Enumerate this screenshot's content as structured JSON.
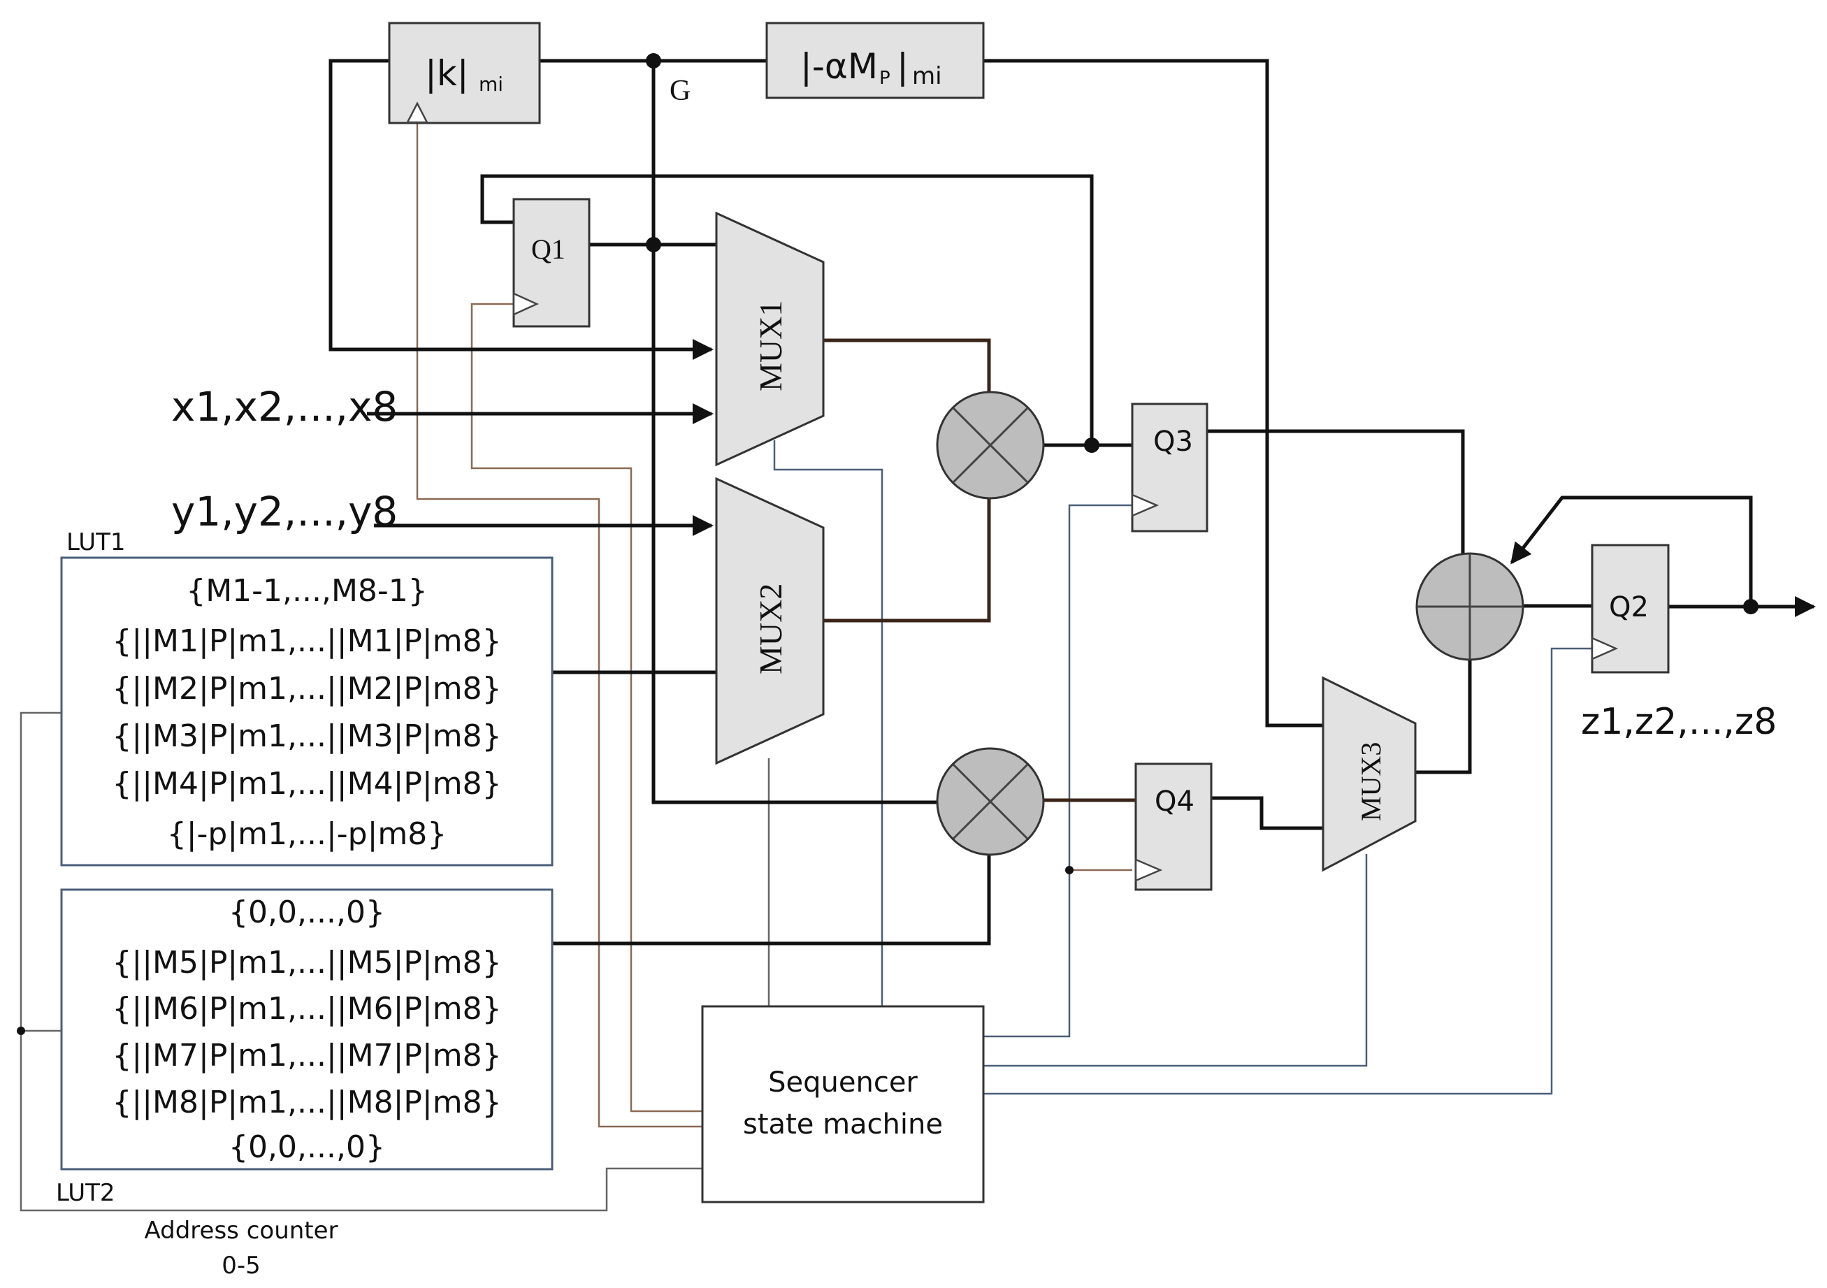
{
  "diagram": {
    "blocks": {
      "k_block": "|k|",
      "k_block_sub": "mi",
      "alpha_block": "|-αM",
      "alpha_block_sub_p": "P",
      "alpha_block_close": "|",
      "alpha_block_sub": "mi",
      "q1": "Q1",
      "q2": "Q2",
      "q3": "Q3",
      "q4": "Q4",
      "mux1": "MUX1",
      "mux2": "MUX2",
      "mux3": "MUX3",
      "sequencer_line1": "Sequencer",
      "sequencer_line2": "state machine"
    },
    "node_g": "G",
    "inputs": {
      "x": "x1,x2,...,x8",
      "y": "y1,y2,...,y8"
    },
    "output": "z1,z2,...,z8",
    "lut1": {
      "label": "LUT1",
      "rows": [
        "{M1-1,...,M8-1}",
        "{||M1|P|m1,...||M1|P|m8}",
        "{||M2|P|m1,...||M2|P|m8}",
        "{||M3|P|m1,...||M3|P|m8}",
        "{||M4|P|m1,...||M4|P|m8}",
        "{|-p|m1,...|-p|m8}"
      ]
    },
    "lut2": {
      "label": "LUT2",
      "rows": [
        "{0,0,...,0}",
        "{||M5|P|m1,...||M5|P|m8}",
        "{||M6|P|m1,...||M6|P|m8}",
        "{||M7|P|m1,...||M7|P|m8}",
        "{||M8|P|m1,...||M8|P|m8}",
        "{0,0,...,0}"
      ]
    },
    "address_counter": {
      "line1": "Address counter",
      "line2": "0-5"
    }
  }
}
